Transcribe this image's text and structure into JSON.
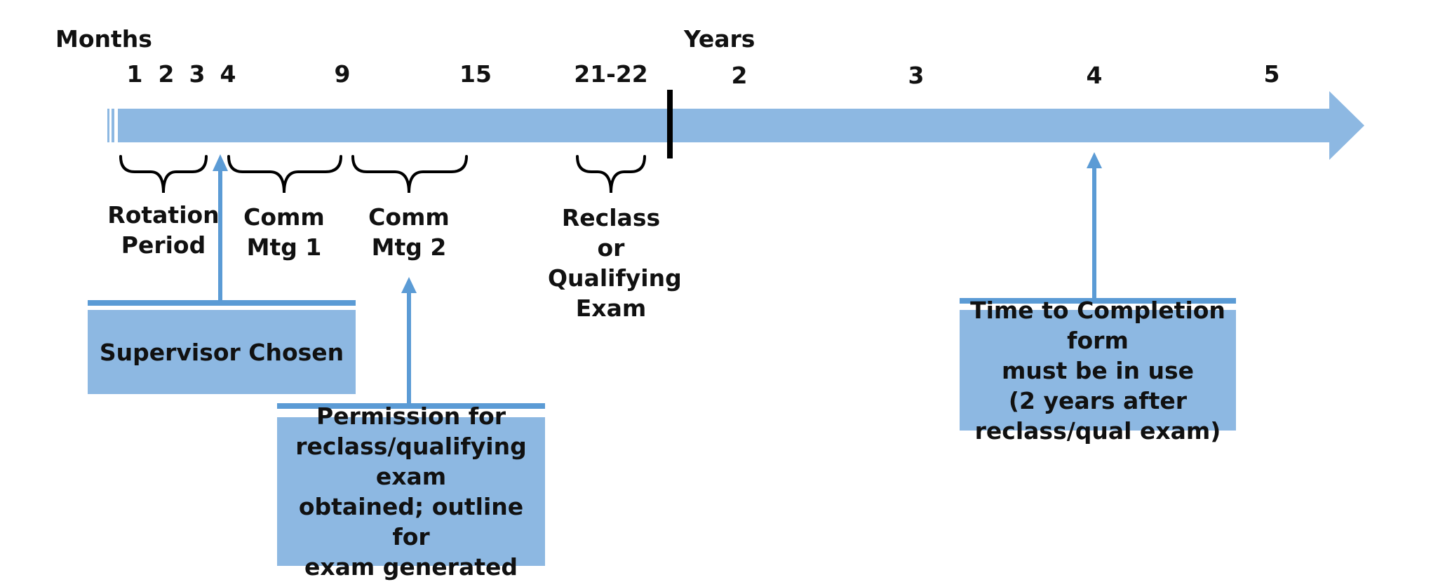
{
  "colors": {
    "arrow": "#8db8e2",
    "connector": "#5b9bd5",
    "box": "#8db8e2",
    "divider": "#000000",
    "text": "#111111"
  },
  "timeline": {
    "months_label": "Months",
    "years_label": "Years",
    "month_ticks": [
      "1",
      "2",
      "3",
      "4",
      "9",
      "15",
      "21-22"
    ],
    "year_ticks": [
      "2",
      "3",
      "4",
      "5"
    ]
  },
  "brackets": [
    {
      "id": "rotation",
      "label": "Rotation\nPeriod"
    },
    {
      "id": "comm1",
      "label": "Comm\nMtg 1"
    },
    {
      "id": "comm2",
      "label": "Comm\nMtg 2"
    },
    {
      "id": "reclass",
      "label": "Reclass\nor\nQualifying\nExam"
    }
  ],
  "milestones": {
    "supervisor": "Supervisor Chosen",
    "permission": "Permission for\nreclass/qualifying exam\nobtained; outline for\nexam generated",
    "completion": "Time to Completion form\nmust be in use\n(2 years after\nreclass/qual exam)"
  }
}
